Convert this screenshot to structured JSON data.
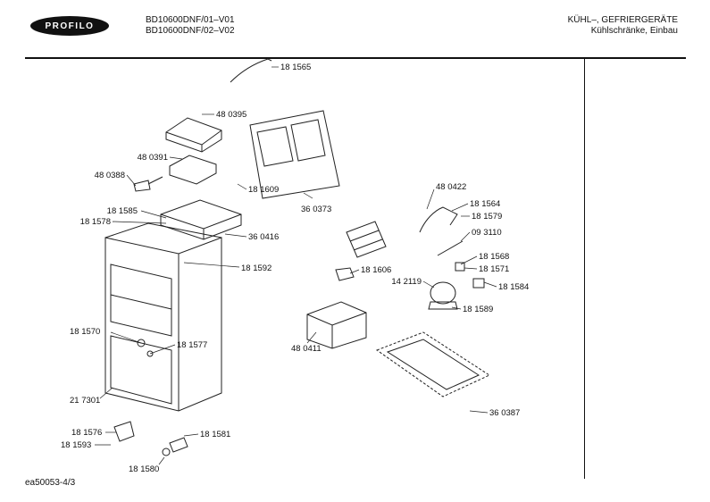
{
  "header": {
    "brand": "PROFILO",
    "models": [
      "BD10600DNF/01–V01",
      "BD10600DNF/02–V02"
    ],
    "category": "KÜHL–, GEFRIERGERÄTE",
    "subcategory": "Kühlschränke, Einbau"
  },
  "footer": {
    "code": "ea50053-4/3"
  },
  "parts": [
    "18 1565",
    "48 0395",
    "48 0391",
    "48 0388",
    "18 1609",
    "36 0373",
    "18 1585",
    "18 1578",
    "36 0416",
    "18 1592",
    "48 0422",
    "18 1564",
    "18 1579",
    "09 3110",
    "18 1568",
    "18 1606",
    "18 1571",
    "14 2119",
    "18 1584",
    "18 1589",
    "48 0411",
    "18 1570",
    "18 1577",
    "36 0387",
    "21 7301",
    "18 1576",
    "18 1581",
    "18 1593",
    "18 1580"
  ]
}
